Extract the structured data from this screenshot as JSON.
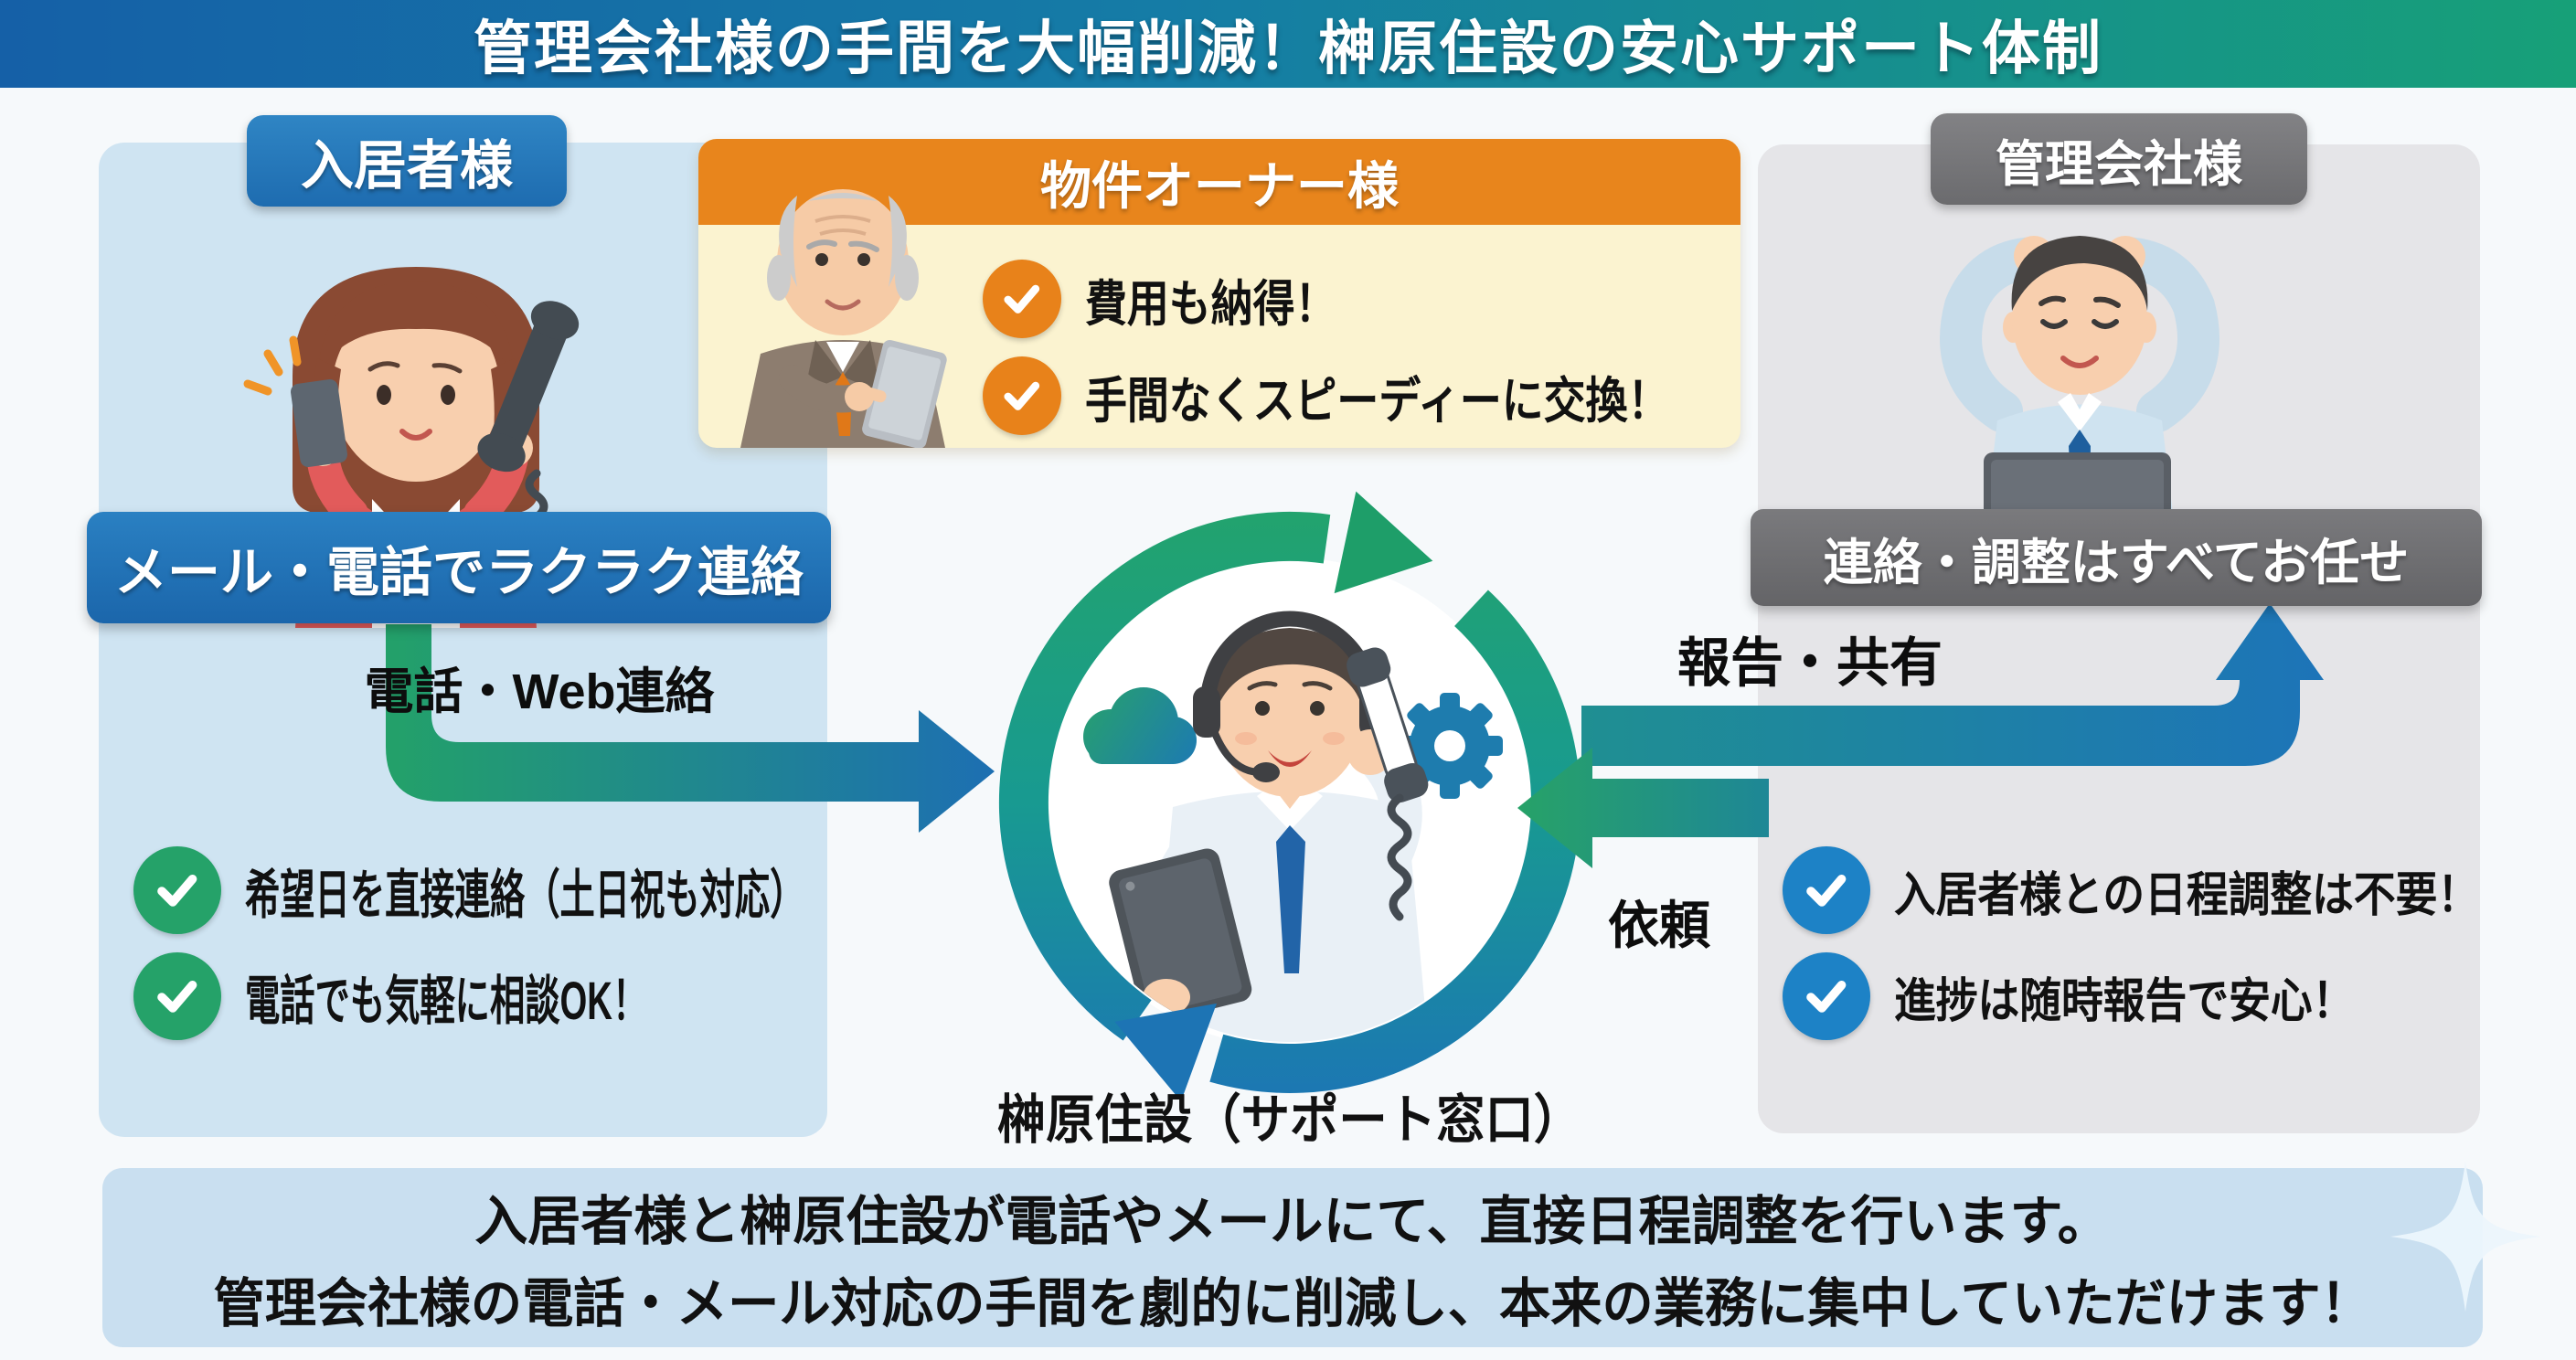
{
  "header": {
    "title": "管理会社様の手間を大幅削減！榊原住設の安心サポート体制"
  },
  "resident": {
    "badge": "入居者様",
    "bar": "メール・電話でラクラク連絡",
    "checks": [
      "希望日を直接連絡（土日祝も対応）",
      "電話でも気軽に相談OK！"
    ]
  },
  "owner": {
    "badge": "物件オーナー様",
    "checks": [
      "費用も納得！",
      "手間なくスピーディーに交換！"
    ]
  },
  "management": {
    "badge": "管理会社様",
    "bar": "連絡・調整はすべてお任せ",
    "checks": [
      "入居者様との日程調整は不要！",
      "進捗は随時報告で安心！"
    ]
  },
  "flows": {
    "resident_to_support": "電話・Web連絡",
    "support_to_management": "報告・共有",
    "management_to_support": "依頼"
  },
  "support_center": {
    "label": "榊原住設（サポート窓口）"
  },
  "footer": {
    "line1": "入居者様と榊原住設が電話やメールにて、直接日程調整を行います。",
    "line2": "管理会社様の電話・メール対応の手間を劇的に削減し、本来の業務に集中していただけます！"
  },
  "colors": {
    "header_gradient_start": "#1560a7",
    "header_gradient_end": "#17a078",
    "resident_panel": "#cfe4f2",
    "resident_accent": "#2277bb",
    "owner_accent": "#e8851c",
    "owner_panel": "#fbf3d0",
    "management_panel": "#e5e5e8",
    "management_accent": "#6e6e71",
    "check_green": "#25a269",
    "check_orange": "#e8821a",
    "check_blue": "#1d82c6",
    "arrow_green": "#23a169",
    "arrow_blue": "#1d74b8",
    "footer_panel": "#c9dff0"
  },
  "icons": {
    "check_icon": "✓",
    "sparkle_icon": "✦",
    "cloud_icon": "cloud",
    "gear_icon": "gear",
    "cycle_icon": "recycle-arrows"
  }
}
